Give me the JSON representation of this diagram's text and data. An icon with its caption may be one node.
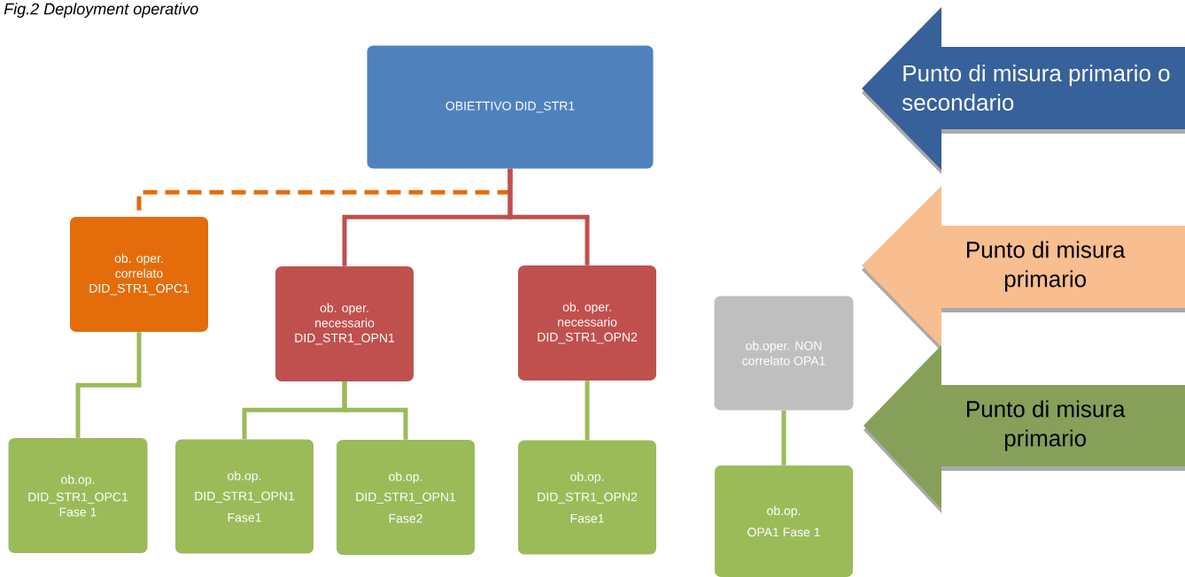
{
  "diagram": {
    "title": "Fig.2 Deployment operativo",
    "nodes": [
      {
        "text": [
          "OBIETTIVO DID_STR1"
        ]
      },
      {
        "text": [
          "ob. oper. correlato",
          "DID_STR1_OPC1"
        ]
      },
      {
        "text": [
          "ob. oper. necessario",
          "DID_STR1_OPN1"
        ]
      },
      {
        "text": [
          "ob. oper. necessario",
          "DID_STR1_OPN2"
        ]
      },
      {
        "text": [
          "ob.oper. NON correlato OPA1"
        ]
      },
      {
        "text": [
          "ob.op.",
          "DID_STR1_OPC1 Fase 1"
        ]
      },
      {
        "text": [
          "ob.op.",
          "DID_STR1_OPN1",
          "Fase1"
        ]
      },
      {
        "text": [
          "ob.op.",
          "DID_STR1_OPN1",
          "Fase2"
        ]
      },
      {
        "text": [
          "ob.op.",
          "DID_STR1_OPN2",
          "Fase1"
        ]
      },
      {
        "text": [
          "ob.op.",
          "OPA1 Fase 1"
        ]
      },
      {
        "text": [
          "Punto di misura primario o secondario"
        ]
      },
      {
        "text": [
          "Punto di misura primario"
        ]
      },
      {
        "text": [
          "Punto di misura primario"
        ]
      }
    ],
    "edges": [
      {
        "from": 0,
        "to": 1,
        "arrow": "none",
        "style": "dashed",
        "color": "#e46c0a"
      },
      {
        "from": 0,
        "to": 2,
        "arrow": "none",
        "color": "#c0504d"
      },
      {
        "from": 0,
        "to": 3,
        "arrow": "none",
        "color": "#c0504d"
      },
      {
        "from": 1,
        "to": 5,
        "arrow": "none"
      },
      {
        "from": 2,
        "to": 6,
        "arrow": "none"
      },
      {
        "from": 2,
        "to": 7,
        "arrow": "none"
      },
      {
        "from": 3,
        "to": 8,
        "arrow": "none"
      },
      {
        "from": 4,
        "to": 9,
        "arrow": "none"
      }
    ]
  }
}
